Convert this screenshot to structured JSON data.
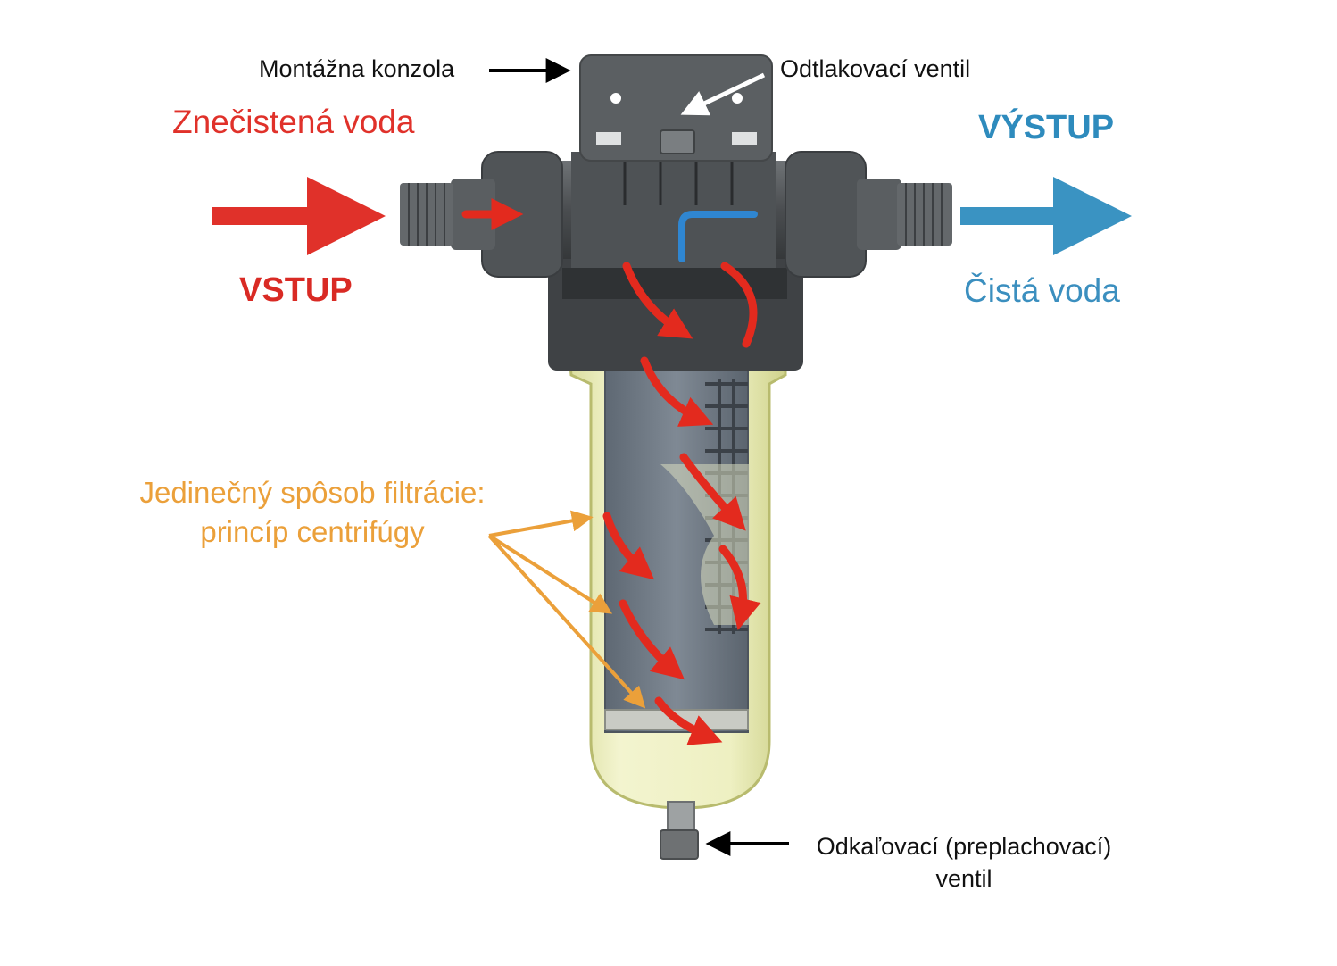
{
  "labels": {
    "mounting_bracket": "Montážna konzola",
    "relief_valve": "Odtlakovací ventil",
    "dirty_water": "Znečistená voda",
    "inlet": "VSTUP",
    "outlet": "VÝSTUP",
    "clean_water": "Čistá voda",
    "filtration_line1": "Jedinečný spôsob filtrácie:",
    "filtration_line2": "princíp centrifúgy",
    "flush_valve_line1": "Odkaľovací (preplachovací)",
    "flush_valve_line2": "ventil"
  },
  "colors": {
    "inlet_red": "#e0312a",
    "outlet_blue": "#3a93c2",
    "annotation_orange": "#eba03a",
    "flow_red": "#e32a1e",
    "housing_gray": "#55595c",
    "bowl_yellow": "#eef0b8"
  }
}
